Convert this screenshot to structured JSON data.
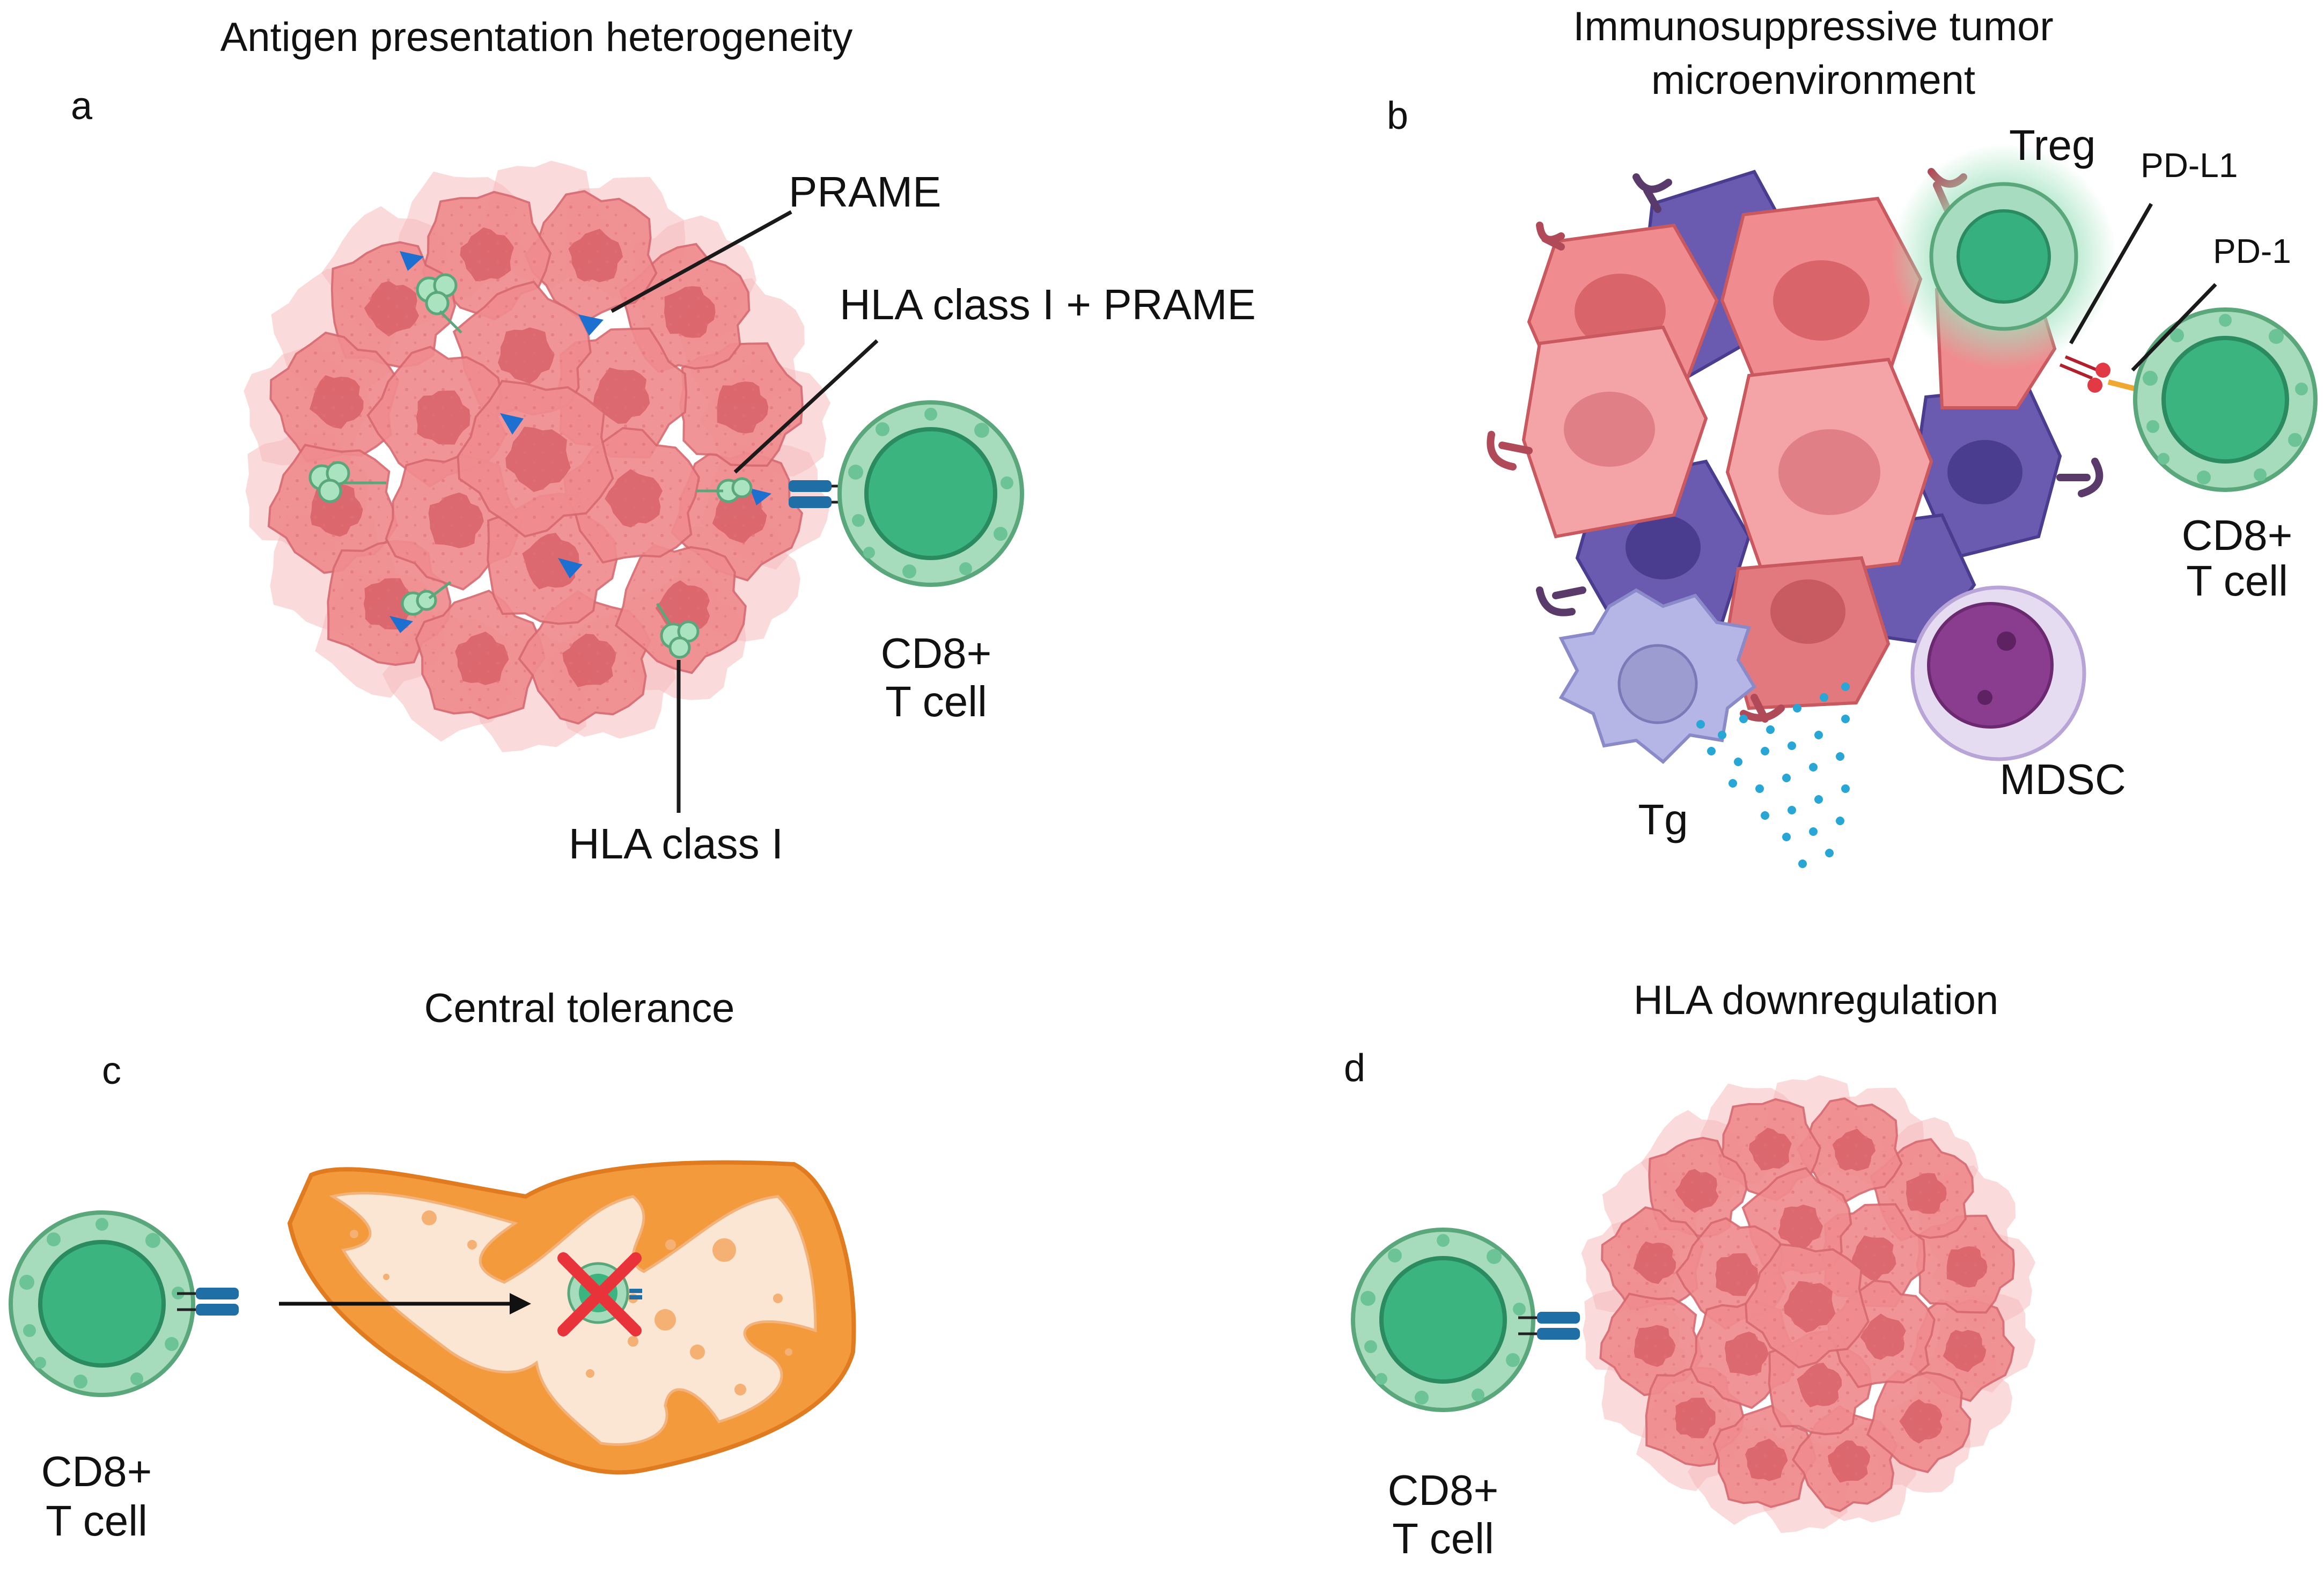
{
  "colors": {
    "tumor_cell": "#f08c8f",
    "tumor_nucleus": "#d9646a",
    "tcell_outer": "#9fd6b5",
    "tcell_nucleus": "#36b07e",
    "treg_outer": "#a8dcc0",
    "dark_cell": "#6b5bb0",
    "dark_cell_nucleus": "#4a3d8f",
    "tg_cell": "#b5b5e6",
    "mdsc_outer": "#e6dcf2",
    "mdsc_nucleus": "#8a3d8f",
    "thymus_outer": "#f29a3c",
    "thymus_inner": "#fbe6d3",
    "receptor": "#1f6fa6",
    "cross": "#e8333a",
    "prame_triangle": "#1d6fd0",
    "hla": "#9edcb4",
    "pd1": "#f0a830",
    "pdl1": "#e23a45"
  },
  "icons": [
    "cancer-cell-icon",
    "t-cell-icon",
    "thymus-icon",
    "receptor-icon",
    "cross-icon"
  ],
  "panels": {
    "a": {
      "letter": "a",
      "title": "Antigen presentation heterogeneity",
      "labels": {
        "prame": "PRAME",
        "hla_prame": "HLA class I + PRAME",
        "hla": "HLA class I",
        "cd8_line1": "CD8+",
        "cd8_line2": "T cell"
      }
    },
    "b": {
      "letter": "b",
      "title_line1": "Immunosuppressive tumor",
      "title_line2": "microenvironment",
      "labels": {
        "treg": "Treg",
        "pdl1": "PD-L1",
        "pd1": "PD-1",
        "cd8_line1": "CD8+",
        "cd8_line2": "T cell",
        "tg": "Tg",
        "mdsc": "MDSC"
      }
    },
    "c": {
      "letter": "c",
      "title": "Central tolerance",
      "labels": {
        "cd8_line1": "CD8+",
        "cd8_line2": "T cell"
      }
    },
    "d": {
      "letter": "d",
      "title": "HLA downregulation",
      "labels": {
        "cd8_line1": "CD8+",
        "cd8_line2": "T cell"
      }
    }
  }
}
